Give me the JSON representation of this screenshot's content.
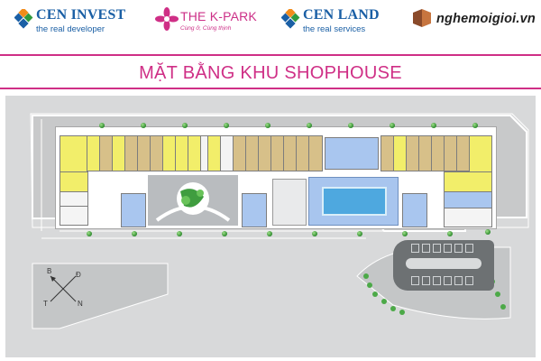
{
  "header": {
    "logos": [
      {
        "id": "cen-invest",
        "name": "CEN INVEST",
        "tagline": "the real developer"
      },
      {
        "id": "kpark",
        "name": "THE K-PARK",
        "tagline": "Cùng ở, Cùng thịnh"
      },
      {
        "id": "cen-land",
        "name": "CEN LAND",
        "tagline": "the real services"
      },
      {
        "id": "ngmg",
        "name": "nghemoigioi.vn",
        "tagline": ""
      }
    ]
  },
  "title": "MẶT BẰNG KHU SHOPHOUSE",
  "compass": {
    "n": "B",
    "e": "Đ",
    "s": "N",
    "w": "T"
  },
  "colors": {
    "accent_pink": "#cf2f86",
    "brand_blue": "#1a5fa5",
    "shophouse_yellow": "#f2ee6a",
    "shophouse_tan": "#d7c089",
    "amenity_blue": "#a9c6ef",
    "pool_blue": "#4ea8df",
    "green_tree": "#2d8a2d"
  }
}
